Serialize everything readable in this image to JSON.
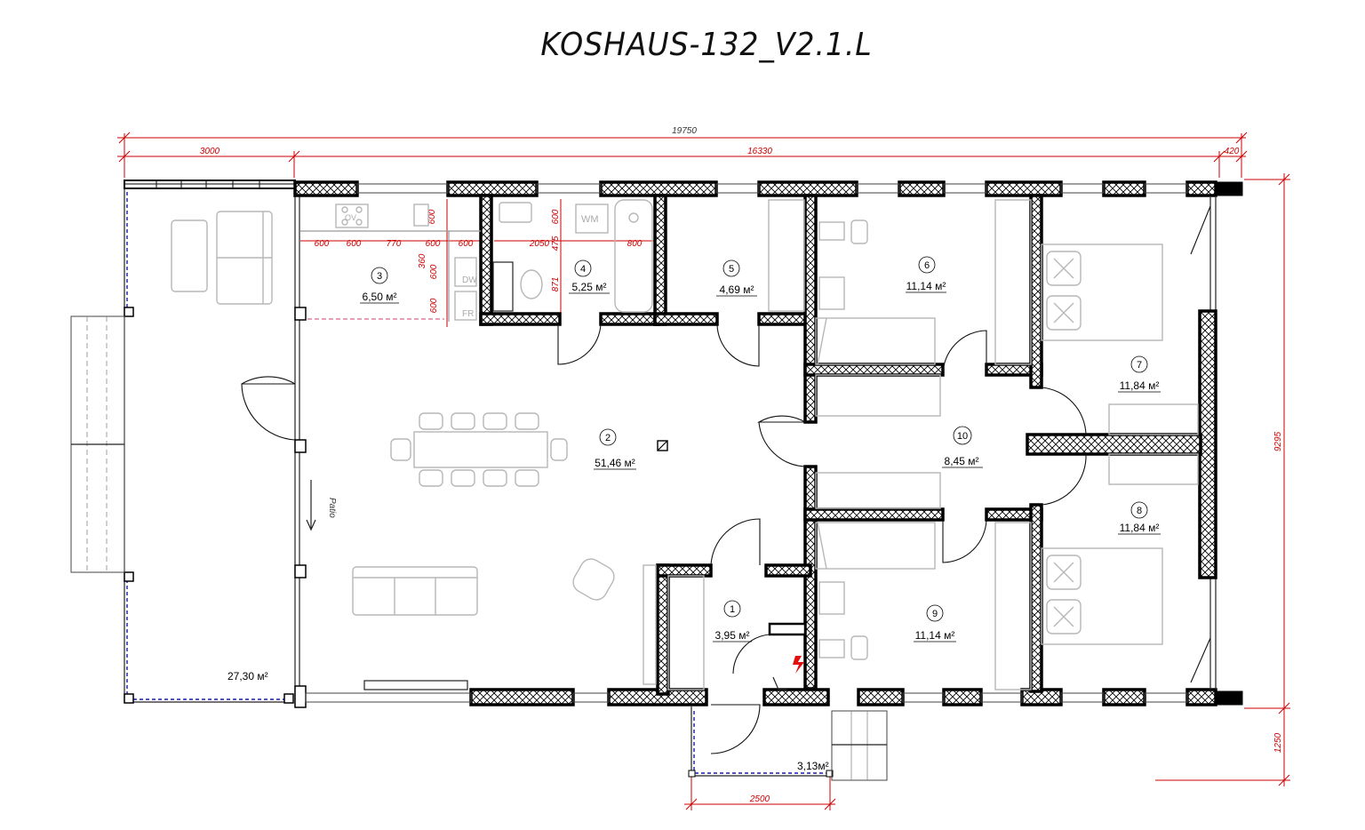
{
  "title": "KOSHAUS-132_V2.1.L",
  "dimensions": {
    "overall": "19750",
    "terrace": "3000",
    "house": "16330",
    "end": "420",
    "height": "9295",
    "porch_depth": "1250",
    "porch_width": "2500",
    "kitchen": [
      "600",
      "600",
      "770",
      "600",
      "600"
    ],
    "kitchen_v1": "600",
    "kitchen_v2": "360",
    "kitchen_v3": "600",
    "kitchen_v4": "600",
    "bath_w": "2050",
    "bath_w2": "800",
    "bath_v1": "600",
    "bath_v2": "475",
    "bath_v3": "871"
  },
  "appliances": {
    "dw": "DW",
    "fr": "FR",
    "wm": "WM",
    "ov": "OV"
  },
  "rooms": [
    {
      "no": "1",
      "area": "3,95 м²"
    },
    {
      "no": "2",
      "area": "51,46 м²"
    },
    {
      "no": "3",
      "area": "6,50 м²"
    },
    {
      "no": "4",
      "area": "5,25 м²"
    },
    {
      "no": "5",
      "area": "4,69 м²"
    },
    {
      "no": "6",
      "area": "11,14 м²"
    },
    {
      "no": "7",
      "area": "11,84 м²"
    },
    {
      "no": "8",
      "area": "11,84 м²"
    },
    {
      "no": "9",
      "area": "11,14 м²"
    },
    {
      "no": "10",
      "area": "8,45 м²"
    }
  ],
  "terrace_area": "27,30 м²",
  "porch_area": "3,13м²",
  "patio": "Patio"
}
